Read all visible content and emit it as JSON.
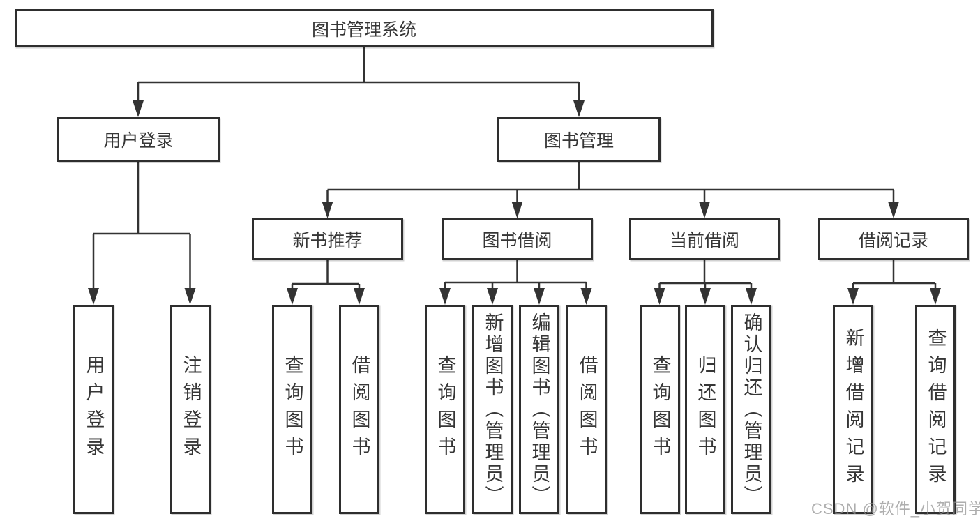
{
  "tree": {
    "label": "图书管理系统",
    "children": [
      {
        "label": "用户登录",
        "children": [
          {
            "label": "用户登录"
          },
          {
            "label": "注销登录"
          }
        ]
      },
      {
        "label": "图书管理",
        "children": [
          {
            "label": "新书推荐",
            "children": [
              {
                "label": "查询图书"
              },
              {
                "label": "借阅图书"
              }
            ]
          },
          {
            "label": "图书借阅",
            "children": [
              {
                "label": "查询图书"
              },
              {
                "label": "新增图书（管理员）"
              },
              {
                "label": "编辑图书（管理员）"
              },
              {
                "label": "借阅图书"
              }
            ]
          },
          {
            "label": "当前借阅",
            "children": [
              {
                "label": "查询图书"
              },
              {
                "label": "归还图书"
              },
              {
                "label": "确认归还（管理员）"
              }
            ]
          },
          {
            "label": "借阅记录",
            "children": [
              {
                "label": "新增借阅记录"
              },
              {
                "label": "查询借阅记录"
              }
            ]
          }
        ]
      }
    ]
  },
  "watermark": "CSDN @软件_小贺同学",
  "colors": {
    "line": "#333333",
    "box_border": "#2e2e2e",
    "text": "#363636",
    "watermark": "#8f8f8f",
    "background": "#ffffff"
  }
}
